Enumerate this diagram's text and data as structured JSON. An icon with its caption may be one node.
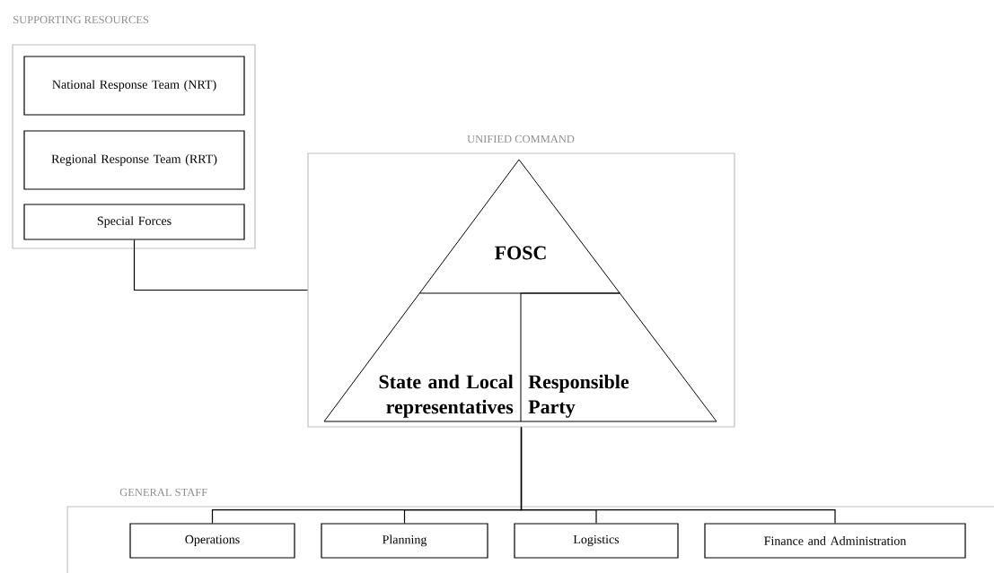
{
  "diagram": {
    "nodes": [
      {
        "text": [
          "SUPPORTING RESOURCES"
        ]
      },
      {
        "text": [
          "National Response Team (NRT)"
        ],
        "in": 0
      },
      {
        "text": [
          "Regional Response Team (RRT)"
        ],
        "in": 0
      },
      {
        "text": [
          "Special Forces"
        ],
        "in": 0
      },
      {
        "text": [
          "UNIFIED COMMAND"
        ]
      },
      {
        "text": [
          "FOSC"
        ],
        "in": 4
      },
      {
        "text": [
          "State and Local representatives"
        ],
        "in": 4
      },
      {
        "text": [
          "Responsible Party"
        ],
        "in": 4
      },
      {
        "text": [
          "GENERAL STAFF"
        ]
      },
      {
        "text": [
          "Operations"
        ],
        "in": 8
      },
      {
        "text": [
          "Planning"
        ],
        "in": 8
      },
      {
        "text": [
          "Logistics"
        ],
        "in": 8
      },
      {
        "text": [
          "Finance and Administration"
        ],
        "in": 8
      }
    ],
    "edges": [
      {
        "from": 3,
        "to": 4,
        "arrow": "none"
      },
      {
        "from": 4,
        "to": 9,
        "arrow": "none"
      },
      {
        "from": 4,
        "to": 10,
        "arrow": "none"
      },
      {
        "from": 4,
        "to": 11,
        "arrow": "none"
      },
      {
        "from": 4,
        "to": 12,
        "arrow": "none"
      }
    ]
  }
}
